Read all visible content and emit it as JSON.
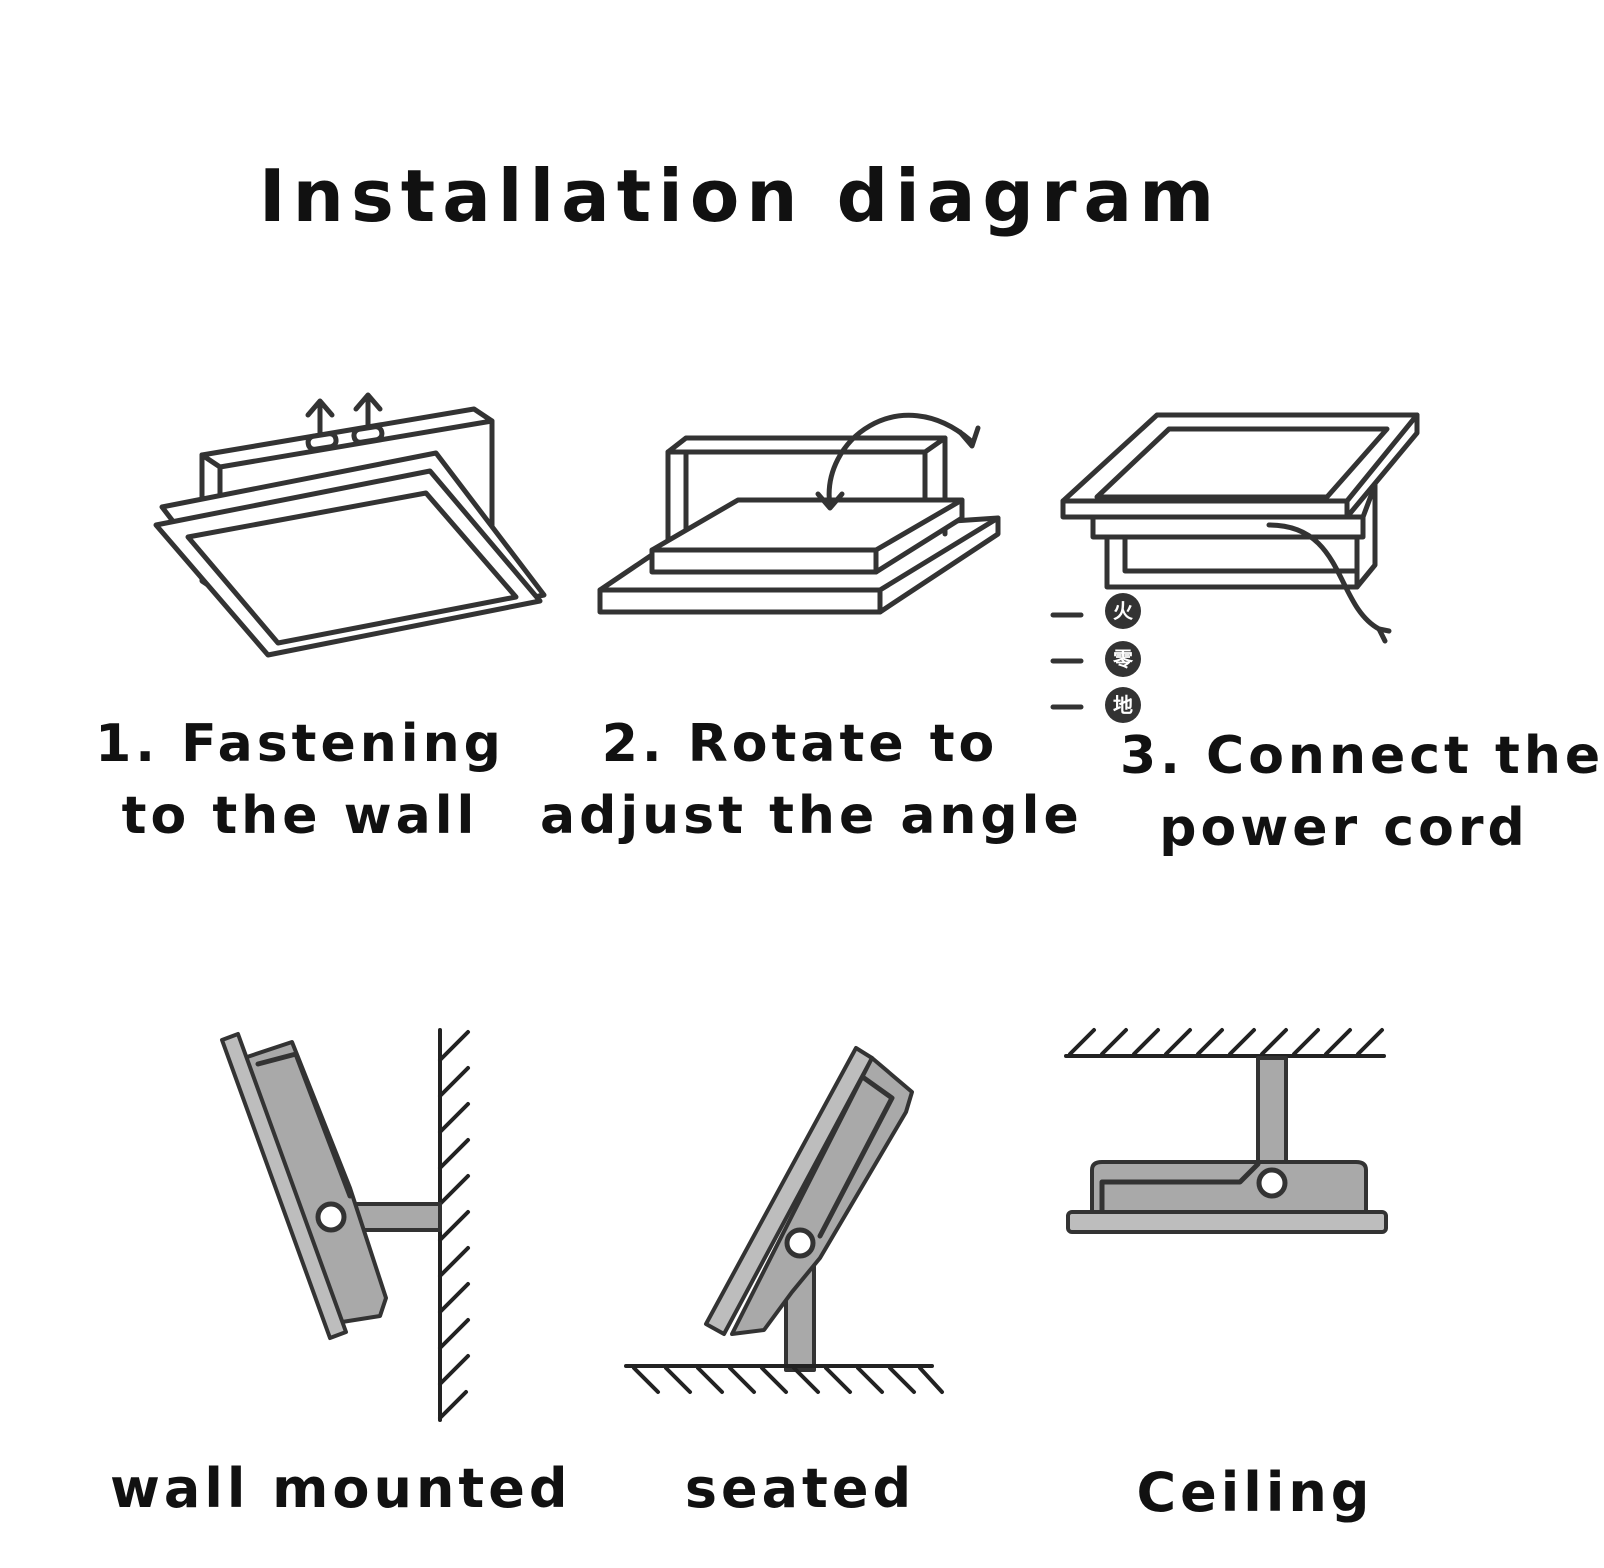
{
  "title": "Installation diagram",
  "steps": [
    {
      "line1": "1. Fastening",
      "line2": "to the wall"
    },
    {
      "line1": "2. Rotate to",
      "line2": "adjust the angle"
    },
    {
      "line1": "3. Connect the",
      "line2": "power cord"
    }
  ],
  "wire_marks": [
    "火",
    "零",
    "地"
  ],
  "mount_types": [
    "wall mounted",
    "seated",
    "Ceiling"
  ]
}
